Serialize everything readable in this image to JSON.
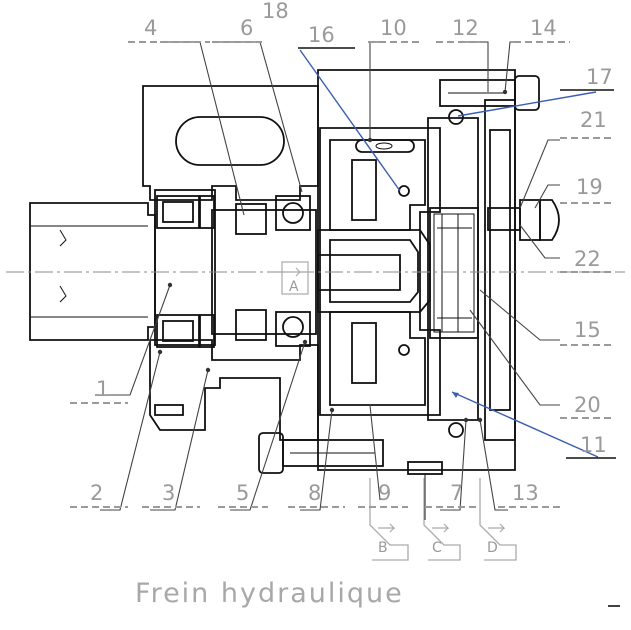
{
  "caption": "Frein hydraulique",
  "part_labels": {
    "p1": "1",
    "p2": "2",
    "p3": "3",
    "p4": "4",
    "p5": "5",
    "p6": "6",
    "p7": "7",
    "p8": "8",
    "p9": "9",
    "p10": "10",
    "p11": "11",
    "p12": "12",
    "p13": "13",
    "p14": "14",
    "p15": "15",
    "p16": "16",
    "p17": "17",
    "p18": "18",
    "p19": "19",
    "p20": "20",
    "p21": "21",
    "p22": "22"
  },
  "port_labels": {
    "A": "A",
    "B": "B",
    "C": "C",
    "D": "D"
  },
  "colors": {
    "line": "#111111",
    "label": "#9a9a9a",
    "leader_blue": "#3a5fb0",
    "hatch": "#555555"
  }
}
